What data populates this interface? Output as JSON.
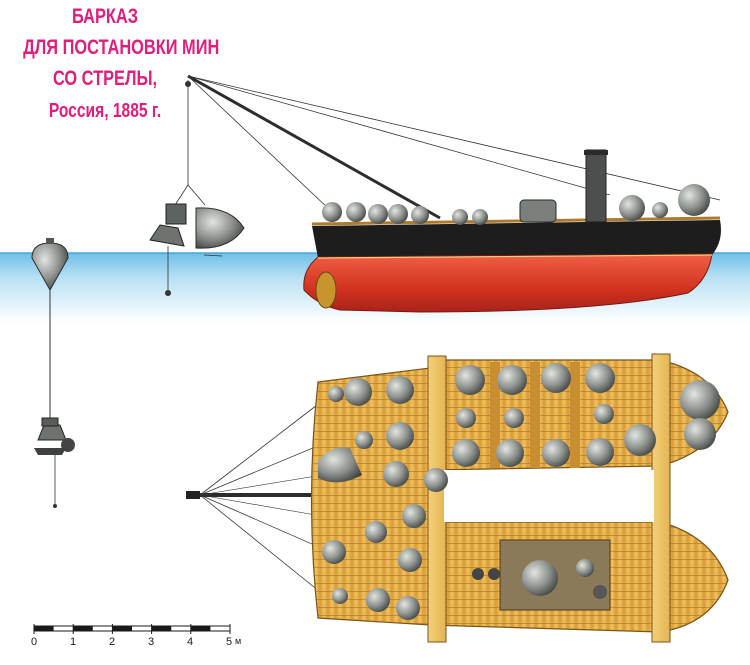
{
  "title": {
    "line1": "БАРКАЗ",
    "line2": "ДЛЯ ПОСТАНОВКИ МИН",
    "line3": "СО СТРЕЛЫ,",
    "line4": "Россия, 1885 г."
  },
  "scale_bar": {
    "labels": [
      "0",
      "1",
      "2",
      "3",
      "4",
      "5"
    ],
    "unit": "м"
  },
  "colors": {
    "title": "#e21d7c",
    "sea": "#7fc6ea",
    "hull_red": "#d93a2b",
    "hull_black": "#1b1b1b",
    "deck_wood": "#e8b64e",
    "mine_grey": "#8a8f8c"
  }
}
